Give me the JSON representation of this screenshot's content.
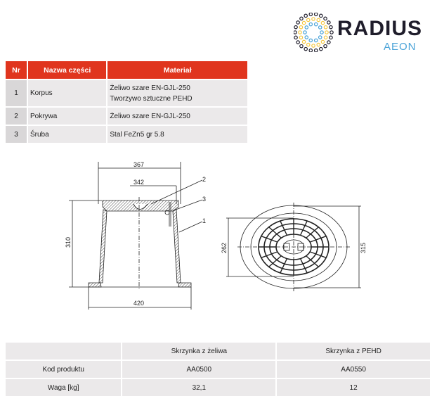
{
  "logo": {
    "name": "RADIUS",
    "sub": "AEON",
    "colors": {
      "dark": "#1f1d2b",
      "yellow": "#f5c842",
      "blue": "#4aa3d8"
    }
  },
  "parts_table": {
    "headers": [
      "Nr",
      "Nazwa części",
      "Materiał"
    ],
    "rows": [
      {
        "nr": "1",
        "name": "Korpus",
        "material": [
          "Żeliwo szare EN-GJL-250",
          "Tworzywo sztuczne PEHD"
        ]
      },
      {
        "nr": "2",
        "name": "Pokrywa",
        "material": [
          "Żeliwo szare EN-GJL-250"
        ]
      },
      {
        "nr": "3",
        "name": "Śruba",
        "material": [
          "Stal FeZn5 gr 5.8"
        ]
      }
    ],
    "header_color": "#e0351e"
  },
  "drawing": {
    "dims": {
      "top_outer": "367",
      "top_inner": "342",
      "height": "310",
      "base": "420",
      "plan_inner": "262",
      "plan_outer": "315"
    },
    "callouts": [
      "2",
      "3",
      "1"
    ]
  },
  "product_table": {
    "headers": [
      "",
      "Skrzynka z żeliwa",
      "Skrzynka z PEHD"
    ],
    "rows": [
      {
        "label": "Kod produktu",
        "values": [
          "AA0500",
          "AA0550"
        ]
      },
      {
        "label": "Waga [kg]",
        "values": [
          "32,1",
          "12"
        ]
      }
    ]
  }
}
